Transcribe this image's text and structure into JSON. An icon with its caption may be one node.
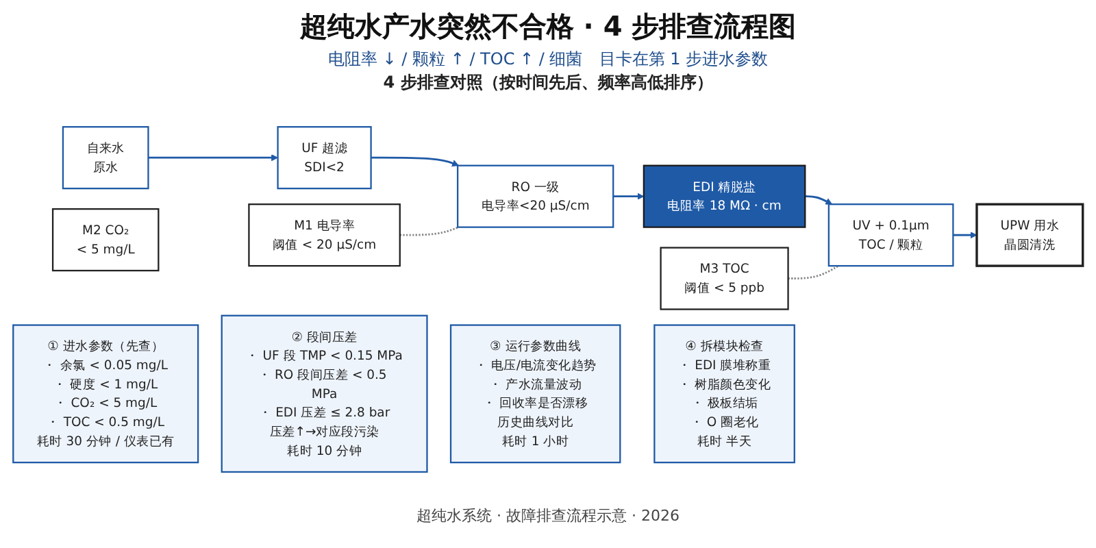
{
  "diagram": {
    "title": "超纯水产水突然不合格 · 4 步排查流程图",
    "caption": "超纯水系统 · 故障排查流程示意 · 2026",
    "nodes": [
      {
        "text": [
          "自来水",
          "原水"
        ]
      },
      {
        "text": [
          "UF 超滤",
          "SDI<2"
        ]
      },
      {
        "text": [
          "RO 一级",
          "电导率<20 μS/cm"
        ]
      },
      {
        "text": [
          "EDI 精脱盐",
          "电阻率 18 MΩ · cm"
        ]
      },
      {
        "text": [
          "UV + 0.1μm",
          "TOC / 颗粒"
        ]
      },
      {
        "text": [
          "UPW 用水",
          "晶圆清洗"
        ]
      },
      {
        "text": [
          "M1 电导率",
          "阈值 < 20 μS/cm"
        ]
      },
      {
        "text": [
          "M2 CO₂",
          "< 5 mg/L"
        ]
      },
      {
        "text": [
          "M3 TOC",
          "阈值 < 5 ppb"
        ]
      },
      {
        "text": [
          "① 进水参数（先查）",
          "・ 余氯 < 0.05 mg/L",
          "・ 硬度 < 1 mg/L",
          "・ CO₂ < 5 mg/L",
          "・ TOC < 0.5 mg/L",
          "耗时 30 分钟 / 仪表已有"
        ]
      },
      {
        "text": [
          "② 段间压差",
          "・ UF 段 TMP < 0.15 MPa",
          "・ RO 段间压差 < 0.5 MPa",
          "・ EDI 压差 ≤ 2.8 bar",
          "压差↑→对应段污染",
          "耗时 10 分钟"
        ]
      },
      {
        "text": [
          "③ 运行参数曲线",
          "・ 电压/电流变化趋势",
          "・ 产水流量波动",
          "・ 回收率是否漂移",
          "历史曲线对比",
          "耗时 1 小时"
        ]
      },
      {
        "text": [
          "④ 拆模块检查",
          "・ EDI 膜堆称重",
          "・ 树脂颜色变化",
          "・ 极板结垢",
          "・ O 圈老化",
          "耗时 半天"
        ]
      }
    ],
    "edges": [
      {
        "from": 0,
        "to": 1,
        "arrow": "to"
      },
      {
        "from": 1,
        "to": 2,
        "arrow": "to"
      },
      {
        "from": 2,
        "to": 3,
        "arrow": "to"
      },
      {
        "from": 3,
        "to": 4,
        "arrow": "to"
      },
      {
        "from": 4,
        "to": 5,
        "arrow": "to"
      },
      {
        "from": 6,
        "to": 2,
        "arrow": "none",
        "style": "dashed",
        "color": "#888888"
      },
      {
        "from": 8,
        "to": 4,
        "arrow": "none",
        "style": "dashed",
        "color": "#888888"
      }
    ],
    "labels": [
      "电阻率 ↓ / 颗粒 ↑ / TOC ↑ / 细菌",
      "目卡在第 1 步进水参数",
      "4 步排查对照（按时间先后、频率高低排序）"
    ]
  }
}
